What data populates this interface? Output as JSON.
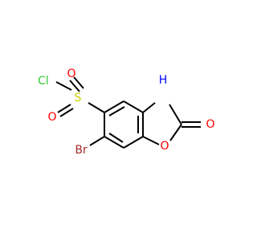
{
  "colors": {
    "bond": "#000000",
    "Cl": "#33cc33",
    "S": "#cccc00",
    "O": "#ff0000",
    "N": "#0000ff",
    "Br": "#a52a2a"
  },
  "molecule": {
    "atoms": [
      {
        "id": "Cl",
        "label": "Cl",
        "element": "Cl"
      },
      {
        "id": "S",
        "label": "S",
        "element": "S"
      },
      {
        "id": "O_s1",
        "label": "O",
        "element": "O"
      },
      {
        "id": "O_s2",
        "label": "O",
        "element": "O"
      },
      {
        "id": "N",
        "label": "H",
        "element": "N"
      },
      {
        "id": "O_carbonyl",
        "label": "O",
        "element": "O"
      },
      {
        "id": "O_ring",
        "label": "O",
        "element": "O"
      },
      {
        "id": "Br",
        "label": "Br",
        "element": "Br"
      }
    ]
  }
}
